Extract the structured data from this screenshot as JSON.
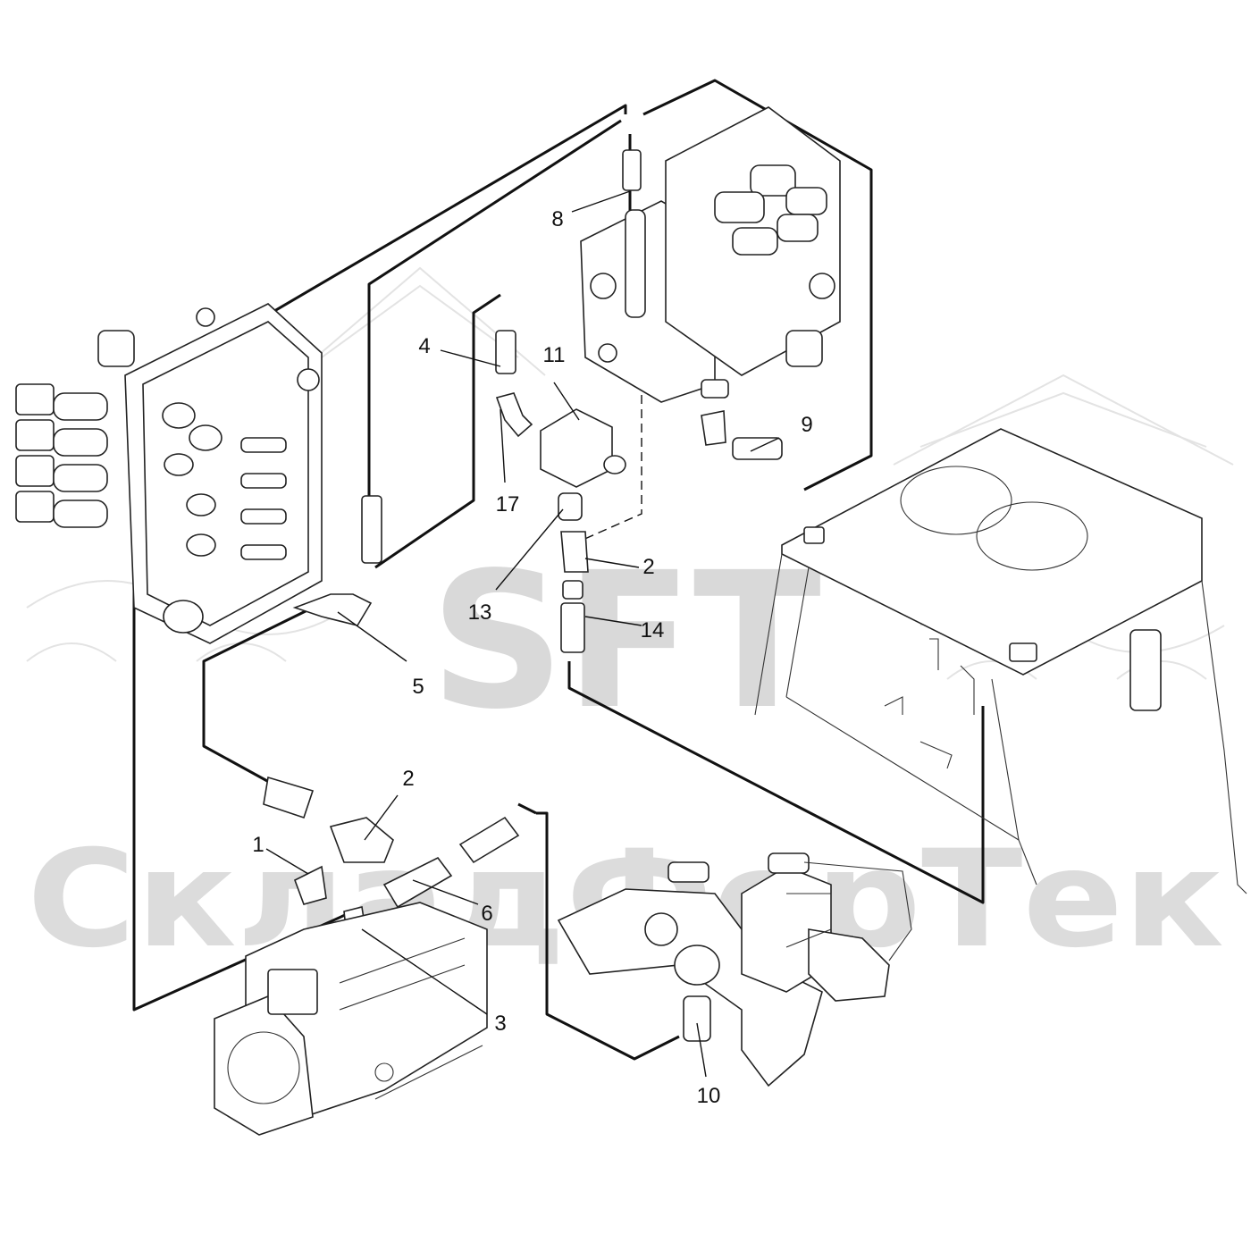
{
  "watermark": {
    "logo_text": "SFT",
    "brand_text": "СкладФорТек"
  },
  "callouts": [
    {
      "id": "c1",
      "label": "1"
    },
    {
      "id": "c2a",
      "label": "2"
    },
    {
      "id": "c2b",
      "label": "2"
    },
    {
      "id": "c3",
      "label": "3"
    },
    {
      "id": "c4",
      "label": "4"
    },
    {
      "id": "c5",
      "label": "5"
    },
    {
      "id": "c6",
      "label": "6"
    },
    {
      "id": "c8",
      "label": "8"
    },
    {
      "id": "c9",
      "label": "9"
    },
    {
      "id": "c10",
      "label": "10"
    },
    {
      "id": "c11",
      "label": "11"
    },
    {
      "id": "c13",
      "label": "13"
    },
    {
      "id": "c14",
      "label": "14"
    },
    {
      "id": "c17",
      "label": "17"
    }
  ]
}
